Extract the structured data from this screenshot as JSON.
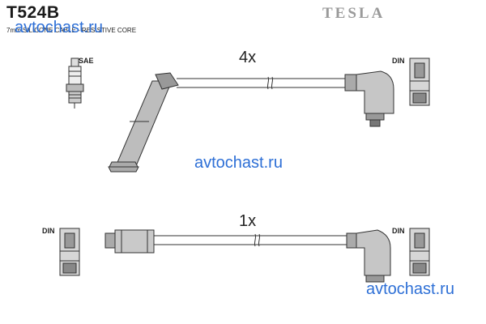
{
  "header": {
    "part_code": "T524B",
    "brand": "TESLA",
    "description": "7mm SILICONE CABLE - RESISTIVE CORE"
  },
  "watermarks": [
    "avtochast.ru",
    "avtochast.ru",
    "avtochast.ru"
  ],
  "top_set": {
    "quantity": "4x",
    "left_label": "SAE",
    "right_label": "DIN"
  },
  "bottom_set": {
    "quantity": "1x",
    "left_label": "DIN",
    "right_label": "DIN"
  }
}
